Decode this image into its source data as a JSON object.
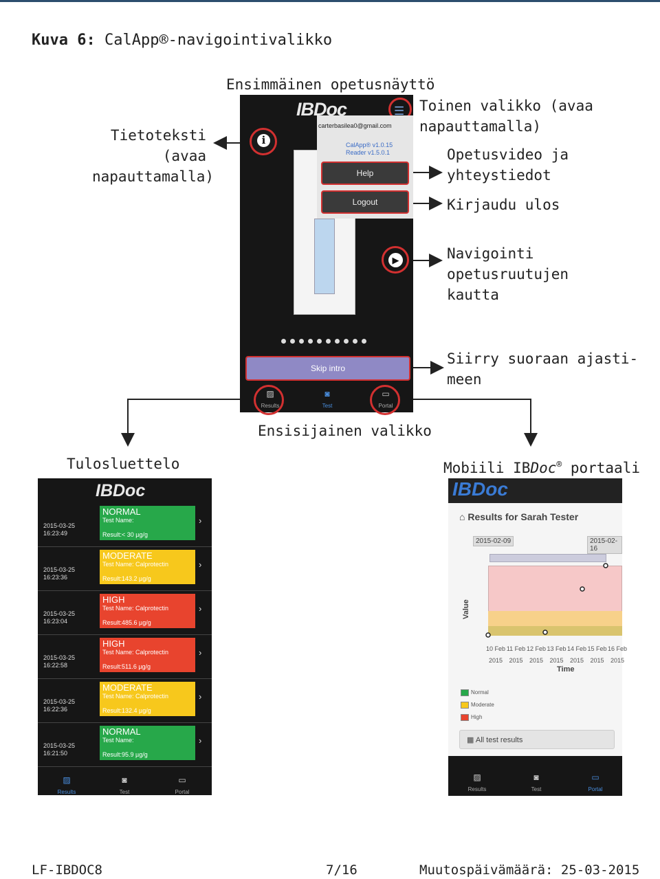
{
  "figure": {
    "label": "Kuva 6:",
    "title": "CalApp®-navigointivalikko"
  },
  "annotations": {
    "first_screen": "Ensimmäinen opetusnäyttö",
    "info_text": "Tietoteksti (avaa\nnapauttamalla)",
    "second_menu": "Toinen valikko (avaa\nnapauttamalla)",
    "video_contacts": "Opetusvideo ja\nyhteystiedot",
    "logout": "Kirjaudu ulos",
    "navigation": "Navigointi\nopetusruutujen\nkautta",
    "skip_direct": "Siirry suoraan ajasti-\nmeen",
    "primary_menu": "Ensisijainen valikko",
    "result_list": "Tulosluettelo",
    "mobile_portal_prefix": "Mobiili IB",
    "mobile_portal_italic": "Doc",
    "mobile_portal_reg": "®",
    "mobile_portal_suffix": " portaali"
  },
  "phone": {
    "logo_ib": "IB",
    "logo_doc": "Doc",
    "email": "carterbasilea0@gmail.com",
    "version": "CalApp® v1.0.15\nReader v1.5.0.1",
    "help": "Help",
    "logout": "Logout",
    "skip": "Skip intro",
    "tabs": [
      "Results",
      "Test",
      "Portal"
    ]
  },
  "results": {
    "logo_ib": "IB",
    "logo_doc": "Doc",
    "rows": [
      {
        "datetime": "2015-03-25\n16:23:49",
        "status": "NORMAL",
        "test": "Test Name:",
        "result": "Result:< 30 µg/g",
        "color": "#27a84a"
      },
      {
        "datetime": "2015-03-25\n16:23:36",
        "status": "MODERATE",
        "test": "Test Name: Calprotectin",
        "result": "Result:143.2 µg/g",
        "color": "#f7c81c"
      },
      {
        "datetime": "2015-03-25\n16:23:04",
        "status": "HIGH",
        "test": "Test Name: Calprotectin",
        "result": "Result:485.6 µg/g",
        "color": "#e8442e"
      },
      {
        "datetime": "2015-03-25\n16:22:58",
        "status": "HIGH",
        "test": "Test Name: Calprotectin",
        "result": "Result:511.6 µg/g",
        "color": "#e8442e"
      },
      {
        "datetime": "2015-03-25\n16:22:36",
        "status": "MODERATE",
        "test": "Test Name: Calprotectin",
        "result": "Result:132.4 µg/g",
        "color": "#f7c81c"
      },
      {
        "datetime": "2015-03-25\n16:21:50",
        "status": "NORMAL",
        "test": "Test Name:",
        "result": "Result:95.9 µg/g",
        "color": "#27a84a"
      }
    ],
    "tabs": [
      "Results",
      "Test",
      "Portal"
    ]
  },
  "portal": {
    "logo_ib": "IB",
    "logo_doc": "Doc",
    "title": "Results for Sarah Tester",
    "date_from": "2015-02-09",
    "date_to": "2015-02-16",
    "ylabel": "Value",
    "xlabel": "Time",
    "ticks": [
      "10 Feb\n2015",
      "11 Feb\n2015",
      "12 Feb\n2015",
      "13 Feb\n2015",
      "14 Feb\n2015",
      "15 Feb\n2015",
      "16 Feb\n2015"
    ],
    "legend": [
      "Normal",
      "Moderate",
      "High"
    ],
    "legend_colors": [
      "#27a84a",
      "#f7c81c",
      "#e8442e"
    ],
    "all_results": "All test results",
    "tabs": [
      "Results",
      "Test",
      "Portal"
    ]
  },
  "footer": {
    "doc_id": "LF-IBDOC8",
    "page": "7/16",
    "date": "Muutospäivämäärä: 25-03-2015"
  }
}
